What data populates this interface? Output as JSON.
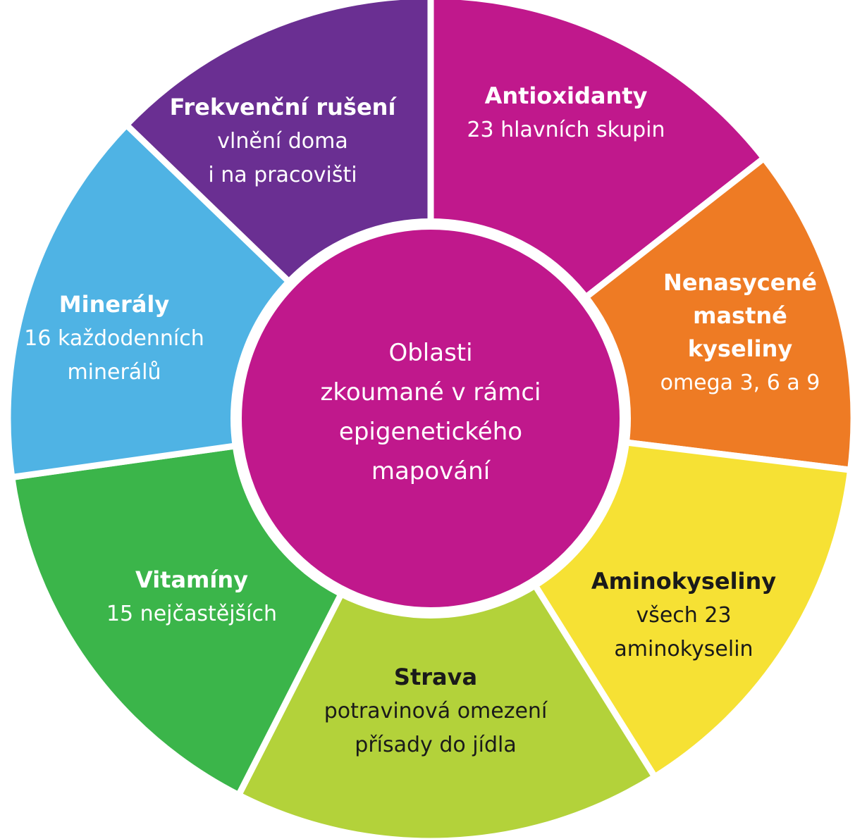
{
  "center": {
    "lines": [
      "Oblasti",
      "zkoumané v rámci",
      "epigenetického",
      "mapování"
    ],
    "color": "#C0188C",
    "text_color": "#ffffff"
  },
  "segments": [
    {
      "id": "antioxidanty",
      "title": [
        "Antioxidanty"
      ],
      "subtitle": [
        "23 hlavních skupin"
      ],
      "color": "#C0188C",
      "text_color": "#ffffff"
    },
    {
      "id": "mastne-kyseliny",
      "title": [
        "Nenasycené",
        "mastné",
        "kyseliny"
      ],
      "subtitle": [
        "omega 3, 6 a 9"
      ],
      "color": "#EE7B24",
      "text_color": "#ffffff"
    },
    {
      "id": "aminokyseliny",
      "title": [
        "Aminokyseliny"
      ],
      "subtitle": [
        "všech 23",
        "aminokyselin"
      ],
      "color": "#F6E134",
      "text_color": "#1a1a1a"
    },
    {
      "id": "strava",
      "title": [
        "Strava"
      ],
      "subtitle": [
        "potravinová omezení",
        "přísady do jídla"
      ],
      "color": "#B3D23A",
      "text_color": "#1a1a1a"
    },
    {
      "id": "vitaminy",
      "title": [
        "Vitamíny"
      ],
      "subtitle": [
        "15 nejčastějších"
      ],
      "color": "#3BB54A",
      "text_color": "#ffffff"
    },
    {
      "id": "mineraly",
      "title": [
        "Minerály"
      ],
      "subtitle": [
        "16 každodenních",
        "minerálů"
      ],
      "color": "#4FB3E4",
      "text_color": "#ffffff"
    },
    {
      "id": "frekvencni-ruseni",
      "title": [
        "Frekvenční rušení"
      ],
      "subtitle": [
        "vlnění doma",
        "i na pracovišti"
      ],
      "color": "#6A2F92",
      "text_color": "#ffffff"
    }
  ]
}
